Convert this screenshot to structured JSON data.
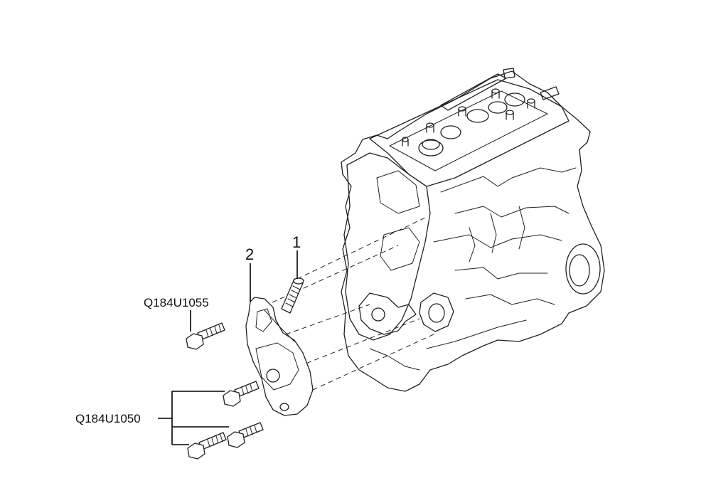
{
  "callouts": {
    "item_1": "1",
    "item_2": "2"
  },
  "parts": {
    "bolt_upper": "Q184U1055",
    "bolt_group": "Q184U1050"
  },
  "colors": {
    "line": "#231f20",
    "background": "#ffffff"
  }
}
